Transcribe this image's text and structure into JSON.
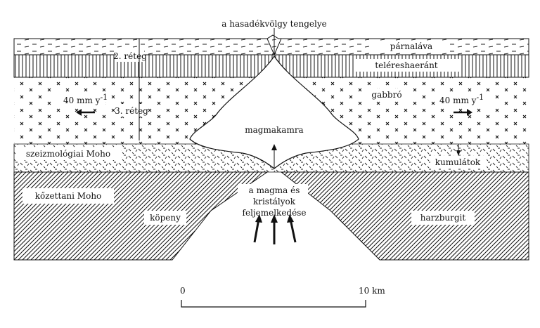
{
  "labels": {
    "axis": "a hasadékvölgy tengelye",
    "pillow_lava": "párnaláva",
    "dikes": "teléreshaeránt",
    "layer2": "2. réteg",
    "layer3": "3. réteg",
    "gabbro": "gabbró",
    "spreading_left": "40 mm y",
    "spreading_right": "40 mm y",
    "exponent": "-1",
    "magma_chamber": "magmakamra",
    "seismic_moho": "szeizmológiai Moho",
    "cumulates": "kumulátok",
    "petrologic_moho": "kőzettani Moho",
    "mantle": "köpeny",
    "harzburgite": "harzburgit",
    "rise_1": "a magma és",
    "rise_2": "kristályok",
    "rise_3": "feljemelkedése",
    "scale_0": "0",
    "scale_10": "10 km"
  },
  "colors": {
    "ink": "#1a1a1a",
    "paper": "#ffffff"
  }
}
